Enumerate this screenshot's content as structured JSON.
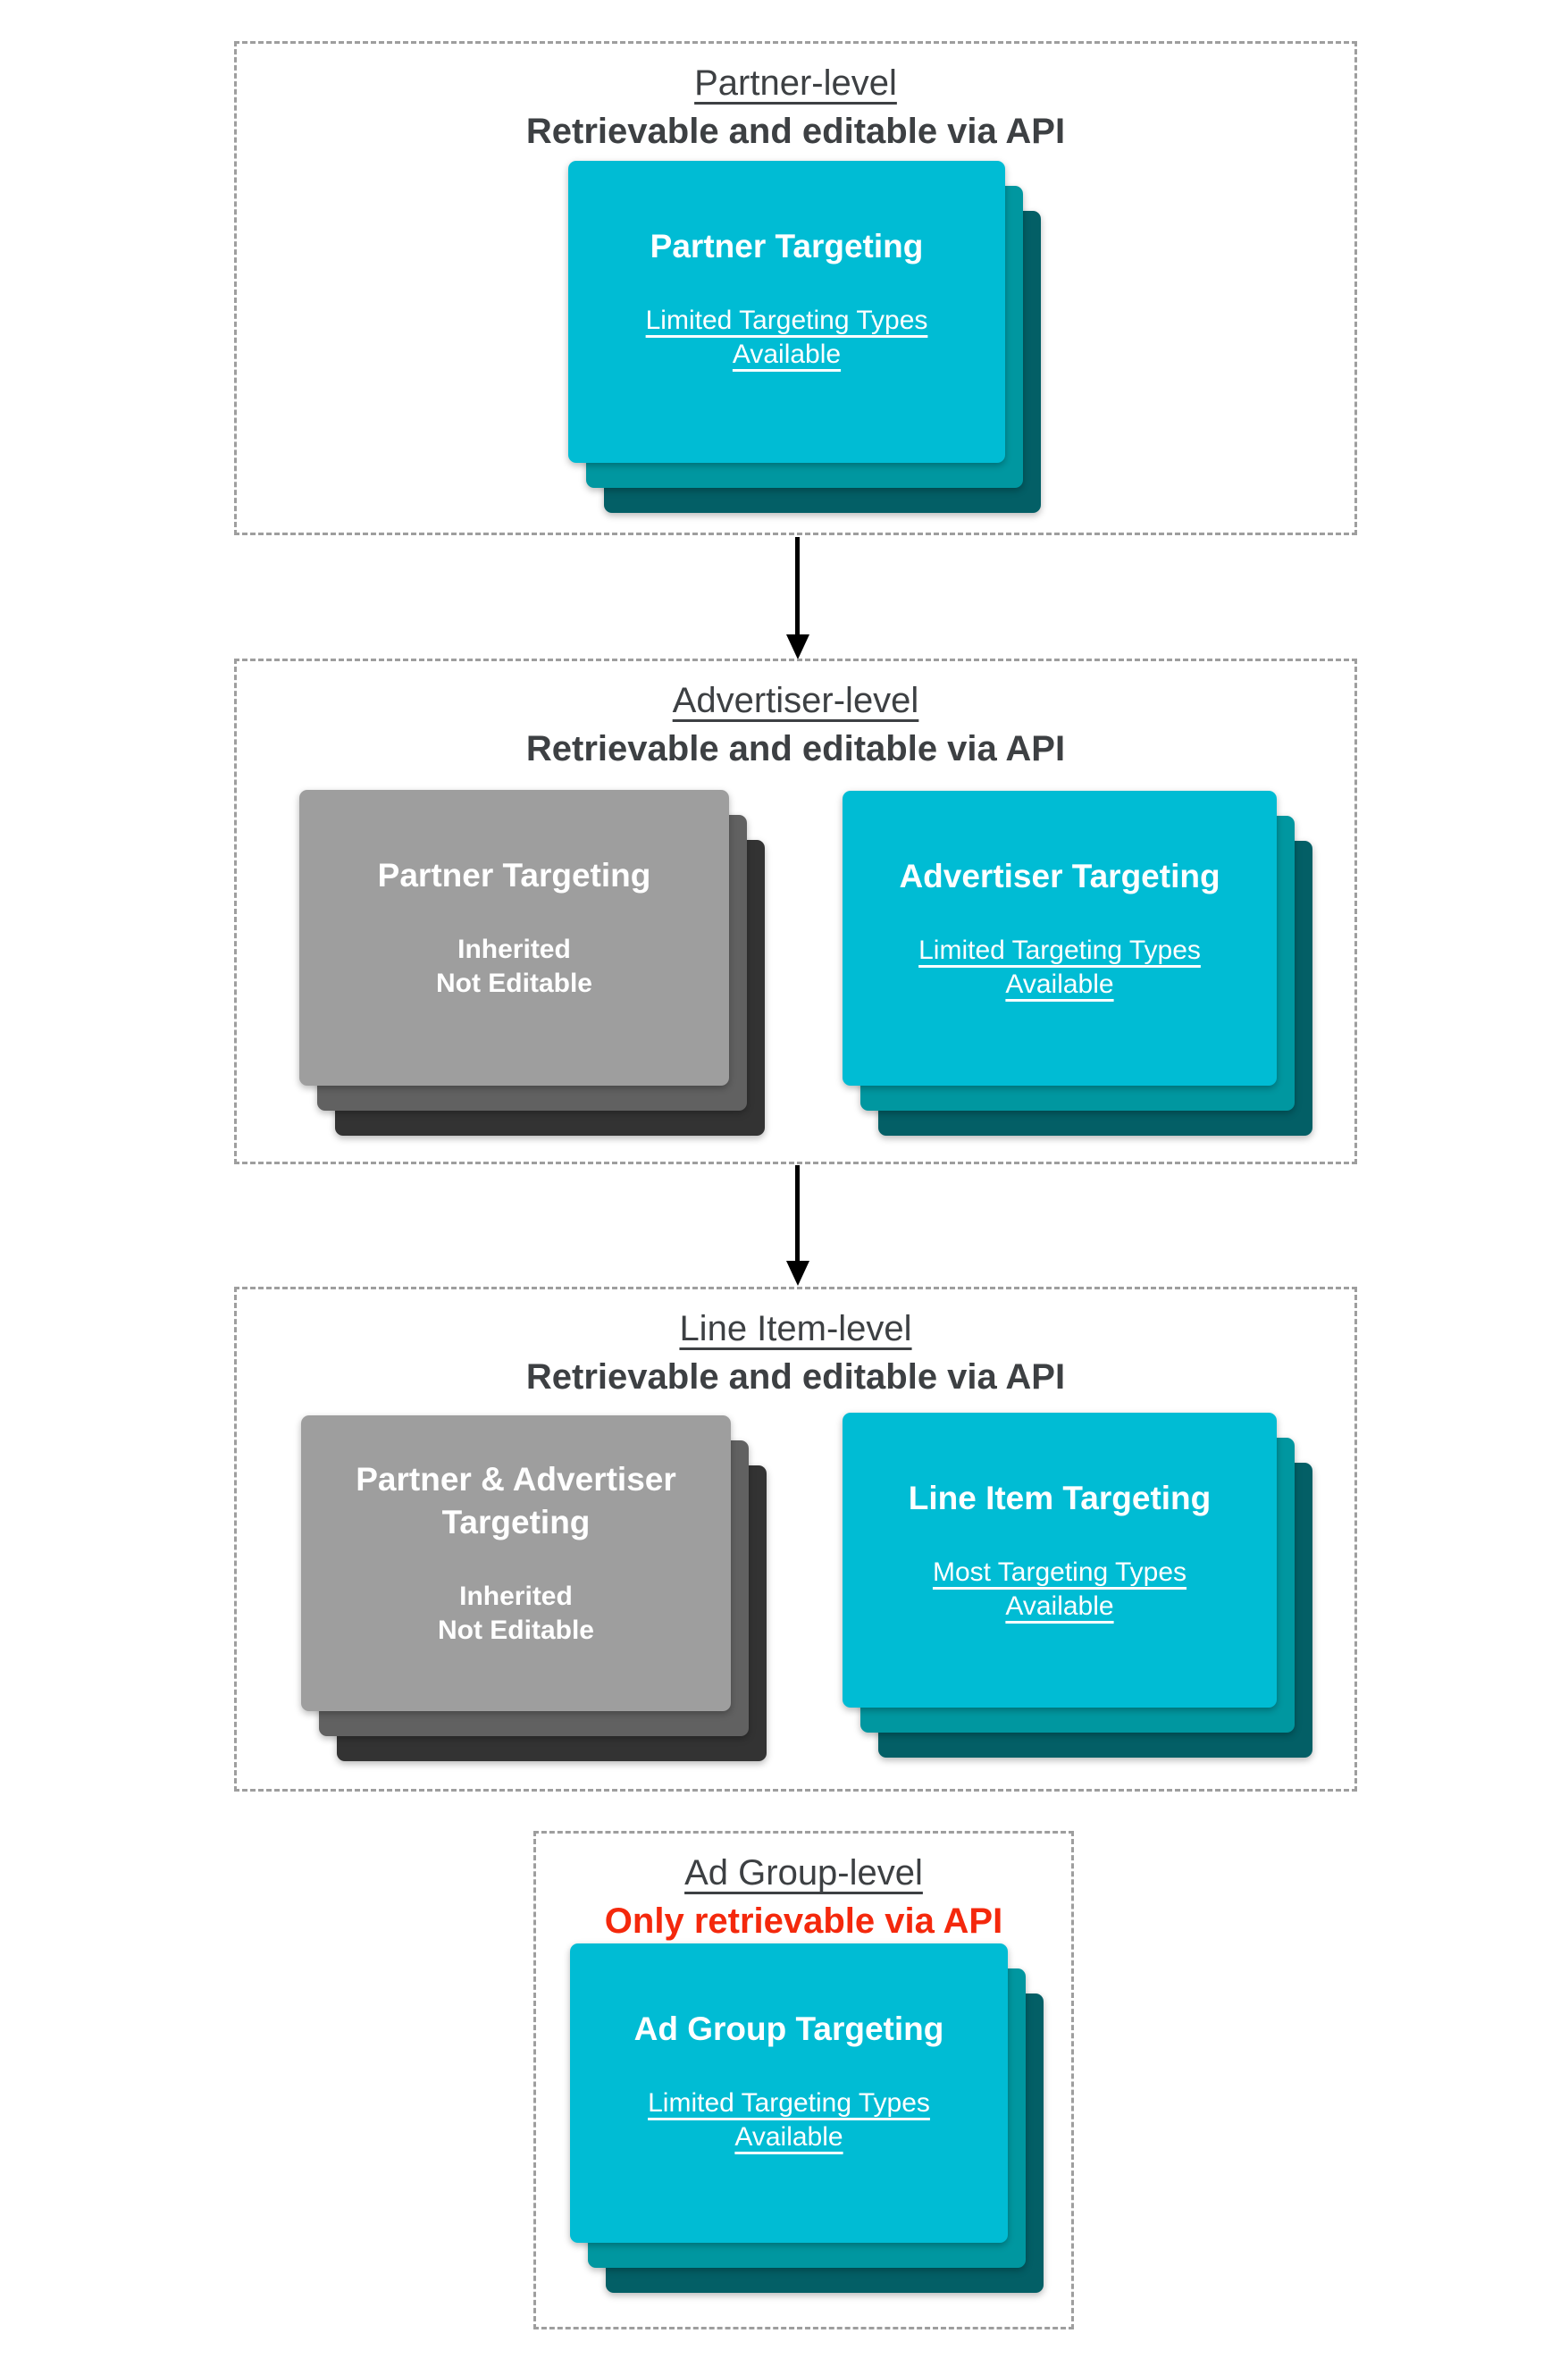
{
  "colors": {
    "card_teal": "#00BCD4",
    "card_teal_layer2": "#0097A0",
    "card_teal_layer3": "#035F66",
    "card_gray": "#9E9E9E",
    "card_gray_layer2": "#616161",
    "card_gray_layer3": "#333333",
    "heading_text": "#3D4043",
    "alert_red": "#F4280C",
    "dashed_border": "#9E9E9E",
    "card_text": "#FFFFFF",
    "arrow_black": "#000000"
  },
  "icons": {
    "arrow": "arrow-down-icon"
  },
  "sections": [
    {
      "heading": "Partner-level",
      "subheading": "Retrievable and editable via API",
      "cards": [
        {
          "title1": "Partner Targeting",
          "body1": "Limited Targeting Types",
          "body2": "Available"
        }
      ]
    },
    {
      "heading": "Advertiser-level",
      "subheading": "Retrievable and editable via API",
      "cards": [
        {
          "title1": "Partner Targeting",
          "body1": "Inherited",
          "body2": "Not Editable"
        },
        {
          "title1": "Advertiser Targeting",
          "body1": "Limited Targeting Types",
          "body2": "Available"
        }
      ]
    },
    {
      "heading": "Line Item-level",
      "subheading": "Retrievable and editable via API",
      "cards": [
        {
          "title1": "Partner & Advertiser",
          "title2": "Targeting",
          "body1": "Inherited",
          "body2": "Not Editable"
        },
        {
          "title1": "Line Item Targeting",
          "body1": "Most Targeting Types",
          "body2": "Available"
        }
      ]
    },
    {
      "heading": "Ad Group-level",
      "subheading": "Only retrievable via API",
      "cards": [
        {
          "title1": "Ad Group Targeting",
          "body1": "Limited Targeting Types",
          "body2": "Available"
        }
      ]
    }
  ]
}
